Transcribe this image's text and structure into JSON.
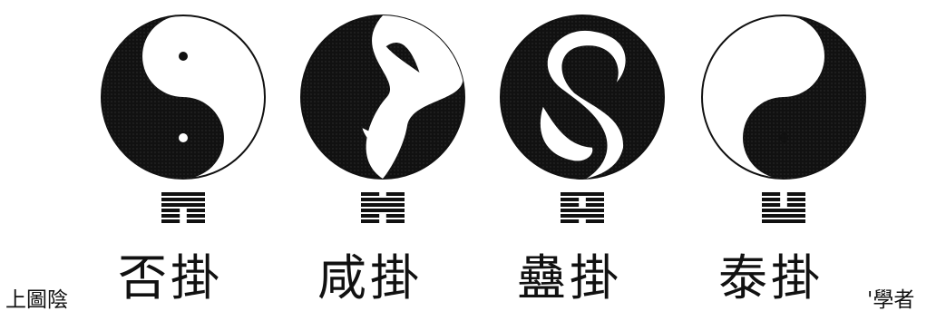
{
  "figure": {
    "caption_left": "上圖陰",
    "caption_right": "'學者",
    "colors": {
      "dark": "#111111",
      "light": "#ffffff"
    },
    "panels": [
      {
        "name": "否掛",
        "variant": "yin-yang-classic",
        "hexagram_lines": [
          "yang",
          "yang",
          "yang",
          "yin",
          "yin",
          "yin"
        ]
      },
      {
        "name": "咸掛",
        "variant": "yin-yang-hook",
        "hexagram_lines": [
          "yin",
          "yang",
          "yang",
          "yang",
          "yin",
          "yin"
        ]
      },
      {
        "name": "蠱掛",
        "variant": "yin-yang-large-hook",
        "hexagram_lines": [
          "yang",
          "yin",
          "yin",
          "yang",
          "yang",
          "yin"
        ]
      },
      {
        "name": "泰掛",
        "variant": "yin-yang-classic-rotated",
        "hexagram_lines": [
          "yin",
          "yin",
          "yin",
          "yang",
          "yang",
          "yang"
        ]
      }
    ]
  }
}
